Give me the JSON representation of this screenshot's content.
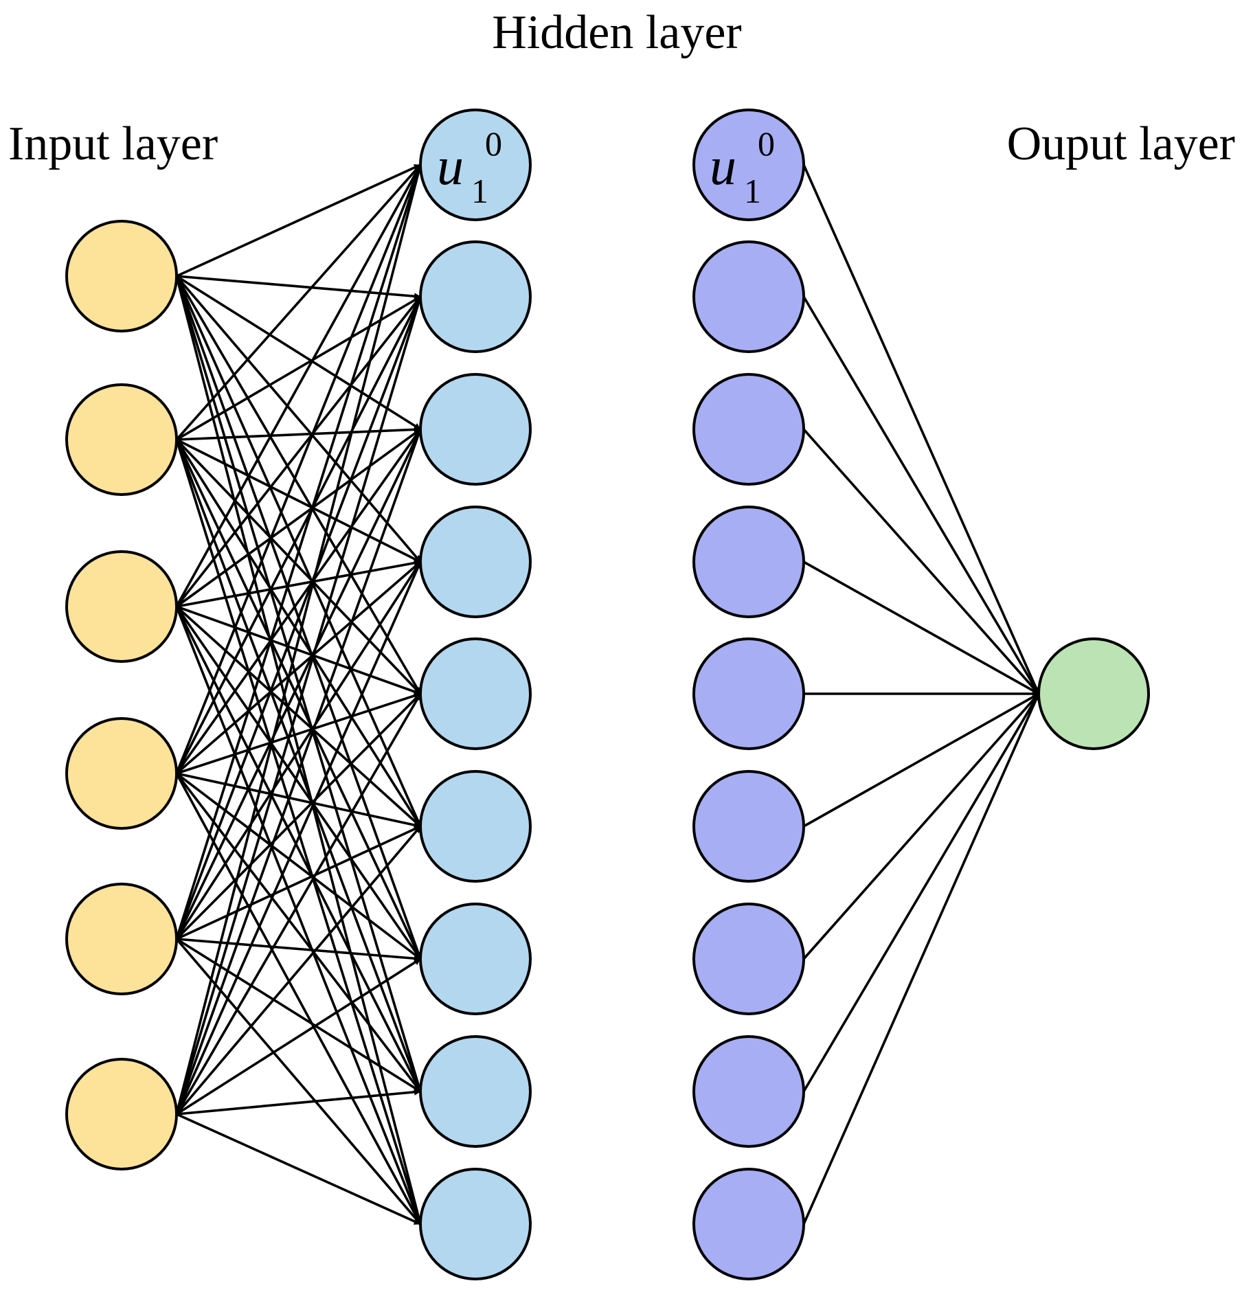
{
  "labels": {
    "hidden": "Hidden layer",
    "input": "Input layer",
    "output": "Ouput layer"
  },
  "node_label": {
    "symbol": "u",
    "subscript": "1",
    "superscript": "0"
  },
  "layers": {
    "input": {
      "count": 6,
      "color": "#FDE39A"
    },
    "hidden1": {
      "count": 9,
      "color": "#B3D7EE"
    },
    "hidden2": {
      "count": 9,
      "color": "#A7AEF4"
    },
    "output": {
      "count": 1,
      "color": "#BCE3B3"
    }
  }
}
